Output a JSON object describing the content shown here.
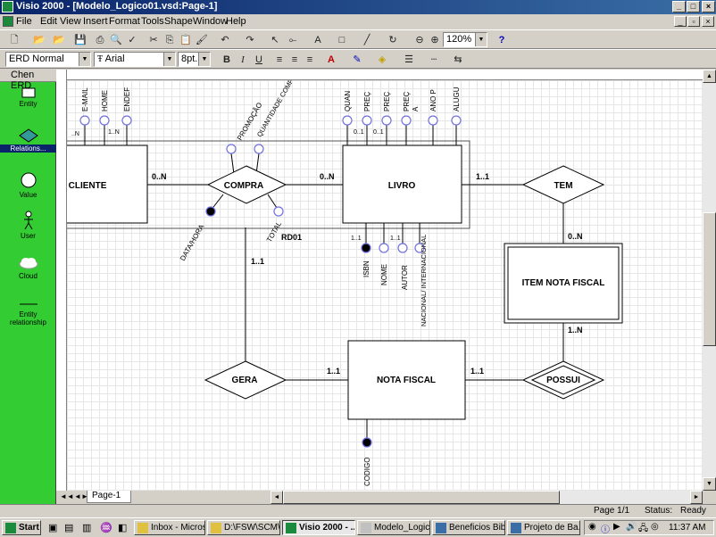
{
  "window": {
    "title": "Visio 2000 - [Modelo_Logico01.vsd:Page-1]"
  },
  "menu": [
    "File",
    "Edit",
    "View",
    "Insert",
    "Format",
    "Tools",
    "Shape",
    "Window",
    "Help"
  ],
  "toolbar": {
    "zoom": "120%"
  },
  "format_toolbar": {
    "style": "ERD Normal",
    "font": "Arial",
    "size": "8pt."
  },
  "stencil": {
    "title": "Chen ERD",
    "items": [
      {
        "label": "Entity"
      },
      {
        "label": "Relations..."
      },
      {
        "label": "Value"
      },
      {
        "label": "User"
      },
      {
        "label": "Cloud"
      },
      {
        "label": "Entity relationship"
      }
    ]
  },
  "diagram": {
    "entities": [
      {
        "label": "CLIENTE"
      },
      {
        "label": "LIVRO"
      },
      {
        "label": "ITEM NOTA FISCAL"
      },
      {
        "label": "NOTA FISCAL"
      }
    ],
    "relationships": [
      {
        "label": "COMPRA"
      },
      {
        "label": "TEM"
      },
      {
        "label": "GERA"
      },
      {
        "label": "POSSUI"
      }
    ],
    "cardinalities": [
      "0..N",
      "0..N",
      "1..1",
      "0..N",
      "1..N",
      "1..1",
      "1..1",
      "1..1"
    ],
    "attr_cardinalities": [
      "..N",
      "1..N",
      "0..1",
      "0..1",
      "1..1",
      "1..1"
    ],
    "attributes": {
      "cliente": [
        "E-MAIL",
        "HOME",
        "ENDEF"
      ],
      "livro_top": [
        "QUAN",
        "PREÇ",
        "PREÇ",
        "PREÇ",
        "A",
        "ANO P",
        "ALUGU"
      ],
      "compra": [
        "PROMOÇÃO",
        "QUANTIDADE COMPRADA",
        "DATA/HORA",
        "TOTAL"
      ],
      "livro_bottom": [
        "ISBN",
        "NOME",
        "AUTOR",
        "NACIONAL/ INTERNACIONAL"
      ],
      "nota_fiscal": [
        "CODIGO"
      ]
    },
    "group_label": "RD01"
  },
  "page_tab": "Page-1",
  "status": {
    "page": "Page 1/1",
    "status_label": "Status:",
    "status_value": "Ready"
  },
  "taskbar": {
    "start": "Start",
    "tasks": [
      "Inbox - Micros...",
      "D:\\FSW\\SCM\\...",
      "Visio 2000 - ...",
      "Modelo_Logic...",
      "Beneficios Bibl...",
      "Projeto de Ba..."
    ],
    "clock": "11:37 AM"
  }
}
